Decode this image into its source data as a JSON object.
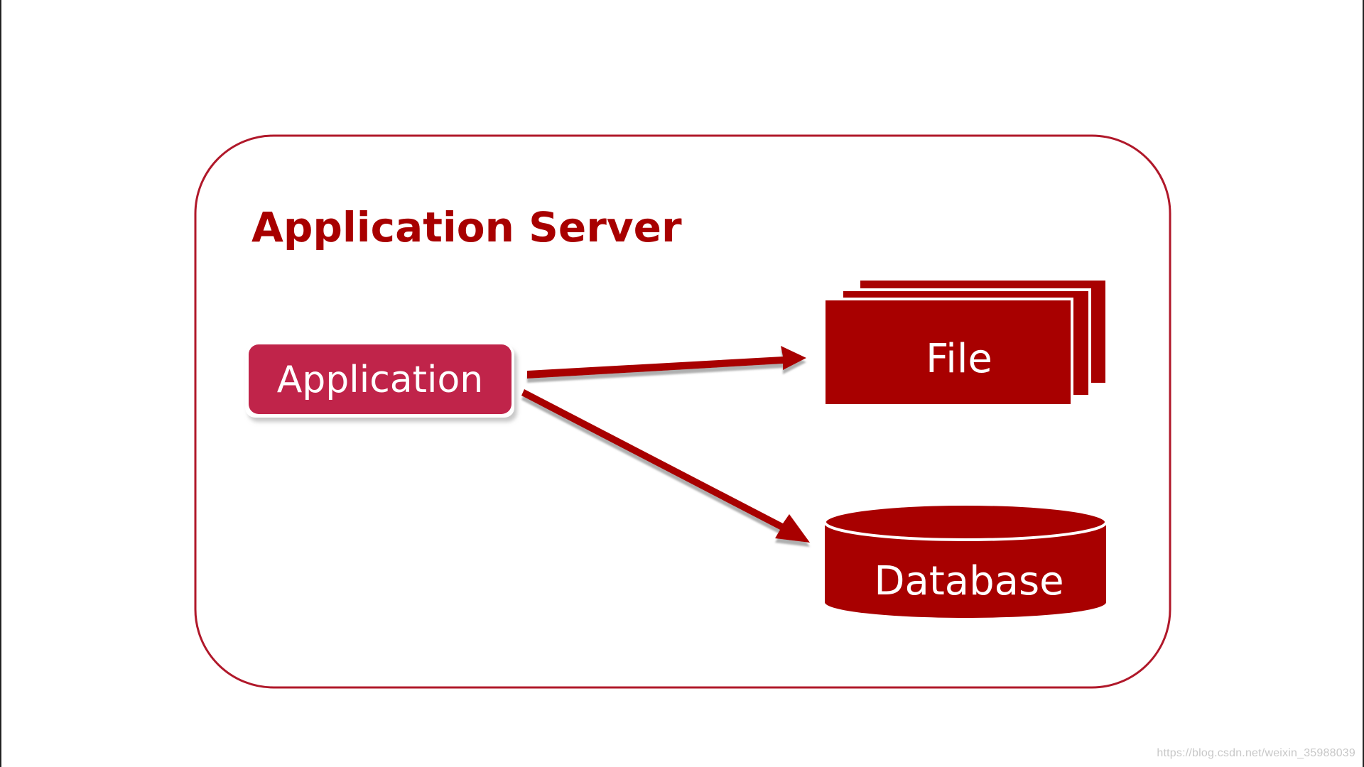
{
  "colors": {
    "primary": "#a80000",
    "application_box": "#c0244a",
    "border": "#b0182a",
    "text_on_shape": "#ffffff",
    "shadow": "#cfcfcf"
  },
  "container": {
    "title": "Application Server"
  },
  "nodes": {
    "application": {
      "label": "Application"
    },
    "file": {
      "label": "File"
    },
    "database": {
      "label": "Database"
    }
  },
  "edges": [
    {
      "from": "application",
      "to": "file"
    },
    {
      "from": "application",
      "to": "database"
    }
  ],
  "watermark": "https://blog.csdn.net/weixin_35988039"
}
